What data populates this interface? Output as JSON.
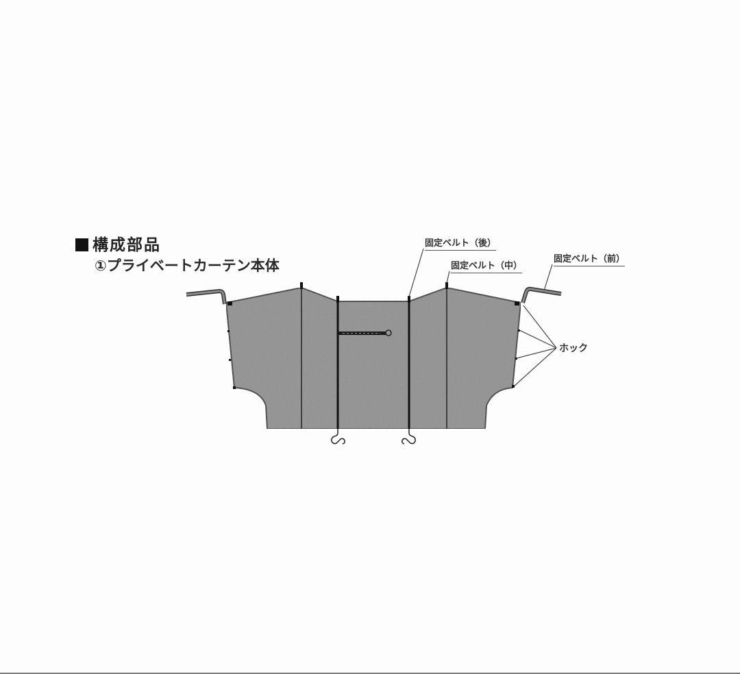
{
  "heading": {
    "marker": "■",
    "title": "構成部品"
  },
  "subheading": {
    "number": "①",
    "title": "プライベートカーテン本体"
  },
  "labels": {
    "belt_rear": "固定ベルト（後）",
    "belt_middle": "固定ベルト（中）",
    "belt_front": "固定ベルト（前）",
    "hooks": "ホック"
  },
  "colors": {
    "curtain_fill": "#8f8f8f",
    "outline": "#333333",
    "background": "#fdfdfd"
  }
}
